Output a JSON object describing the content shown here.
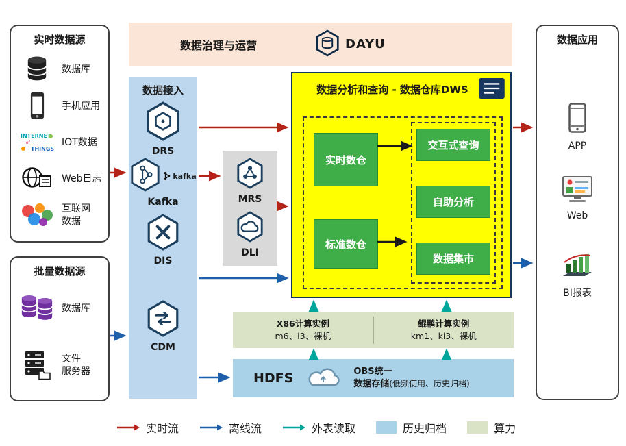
{
  "colors": {
    "realtime_flow": "#b42318",
    "offline_flow": "#1f5fa9",
    "external_read": "#00a59b",
    "archive_fill": "#a9d2e8",
    "compute_fill": "#dbe3c7",
    "dws_fill": "#ffff00",
    "ingest_fill": "#bdd7ee",
    "governance_fill": "#fbe5d6",
    "warehouse_green": "#3fae49"
  },
  "realtime_sources": {
    "title": "实时数据源",
    "items": [
      {
        "label": "数据库",
        "icon": "database-icon"
      },
      {
        "label": "手机应用",
        "icon": "phone-icon"
      },
      {
        "label": "IOT数据",
        "icon": "iot-icon"
      },
      {
        "label": "Web日志",
        "icon": "web-log-icon"
      },
      {
        "label": "互联网",
        "label2": "数据",
        "icon": "internet-data-icon"
      }
    ]
  },
  "batch_sources": {
    "title": "批量数据源",
    "items": [
      {
        "label": "数据库",
        "icon": "database-purple-icon"
      },
      {
        "label": "文件",
        "label2": "服务器",
        "icon": "file-server-icon"
      }
    ]
  },
  "governance": {
    "title": "数据治理与运营",
    "product": "DAYU"
  },
  "ingestion": {
    "title": "数据接入",
    "services": [
      {
        "label": "DRS",
        "icon": "drs-hexagon-icon"
      },
      {
        "label": "Kafka",
        "icon": "kafka-hexagon-icon",
        "icon_text": "kafka"
      },
      {
        "label": "DIS",
        "icon": "dis-hexagon-icon"
      },
      {
        "label": "CDM",
        "icon": "cdm-hexagon-icon"
      }
    ]
  },
  "compute_services": [
    {
      "label": "MRS",
      "icon": "mrs-hexagon-icon"
    },
    {
      "label": "DLI",
      "icon": "dli-hexagon-icon"
    }
  ],
  "dws": {
    "title": "数据分析和查询 - 数据仓库DWS",
    "warehouses": [
      "实时数仓",
      "标准数仓"
    ],
    "services": [
      "交互式查询",
      "自助分析",
      "数据集市"
    ]
  },
  "compute_instances": {
    "x86": {
      "title": "X86计算实例",
      "specs": "m6、i3、裸机"
    },
    "kunpeng": {
      "title": "鲲鹏计算实例",
      "specs": "km1、ki3、裸机"
    }
  },
  "storage": {
    "hdfs": "HDFS",
    "obs_line1": "OBS统一",
    "obs_line2": "数据存储",
    "obs_note": "(低频使用、历史归档)"
  },
  "applications": {
    "title": "数据应用",
    "items": [
      {
        "label": "APP",
        "icon": "app-phone-icon"
      },
      {
        "label": "Web",
        "icon": "web-monitor-icon"
      },
      {
        "label": "BI报表",
        "icon": "bi-report-icon"
      }
    ]
  },
  "legend": {
    "realtime": "实时流",
    "offline": "离线流",
    "external": "外表读取",
    "archive": "历史归档",
    "compute": "算力"
  }
}
